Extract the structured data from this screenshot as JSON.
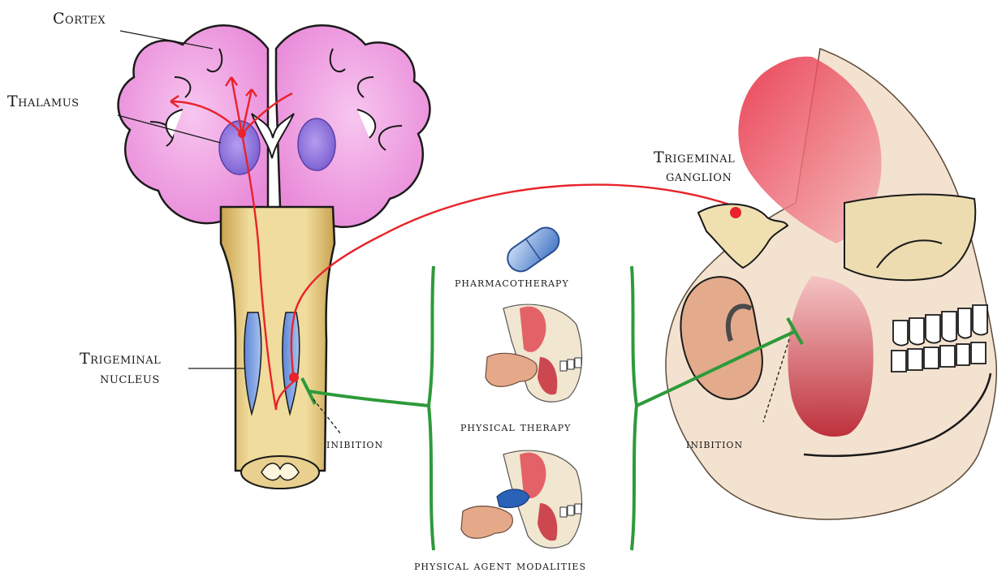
{
  "labels": {
    "cortex": "Cortex",
    "thalamus": "Thalamus",
    "trigeminal_nucleus_line1": "Trigeminal",
    "trigeminal_nucleus_line2": "nucleus",
    "trigeminal_ganglion_line1": "Trigeminal",
    "trigeminal_ganglion_line2": "ganglion",
    "inibition_left": "inibition",
    "inibition_right": "inibition",
    "pharmacotherapy": "pharmacotherapy",
    "physical_therapy": "physical therapy",
    "physical_agent_modalities": "physical agent modalities"
  },
  "colors": {
    "brain": "#f2a6e6",
    "brain_dark": "#e27fd3",
    "thalamus": "#9a7fe0",
    "brainstem": "#e8cf8a",
    "nucleus": "#7fa6e8",
    "nerve": "#e8232b",
    "inhibition": "#2e9a3a",
    "muscle": "#d8343f",
    "skin": "#e9b99a",
    "bone": "#f0e4b8",
    "pill": "#6b95d6"
  }
}
